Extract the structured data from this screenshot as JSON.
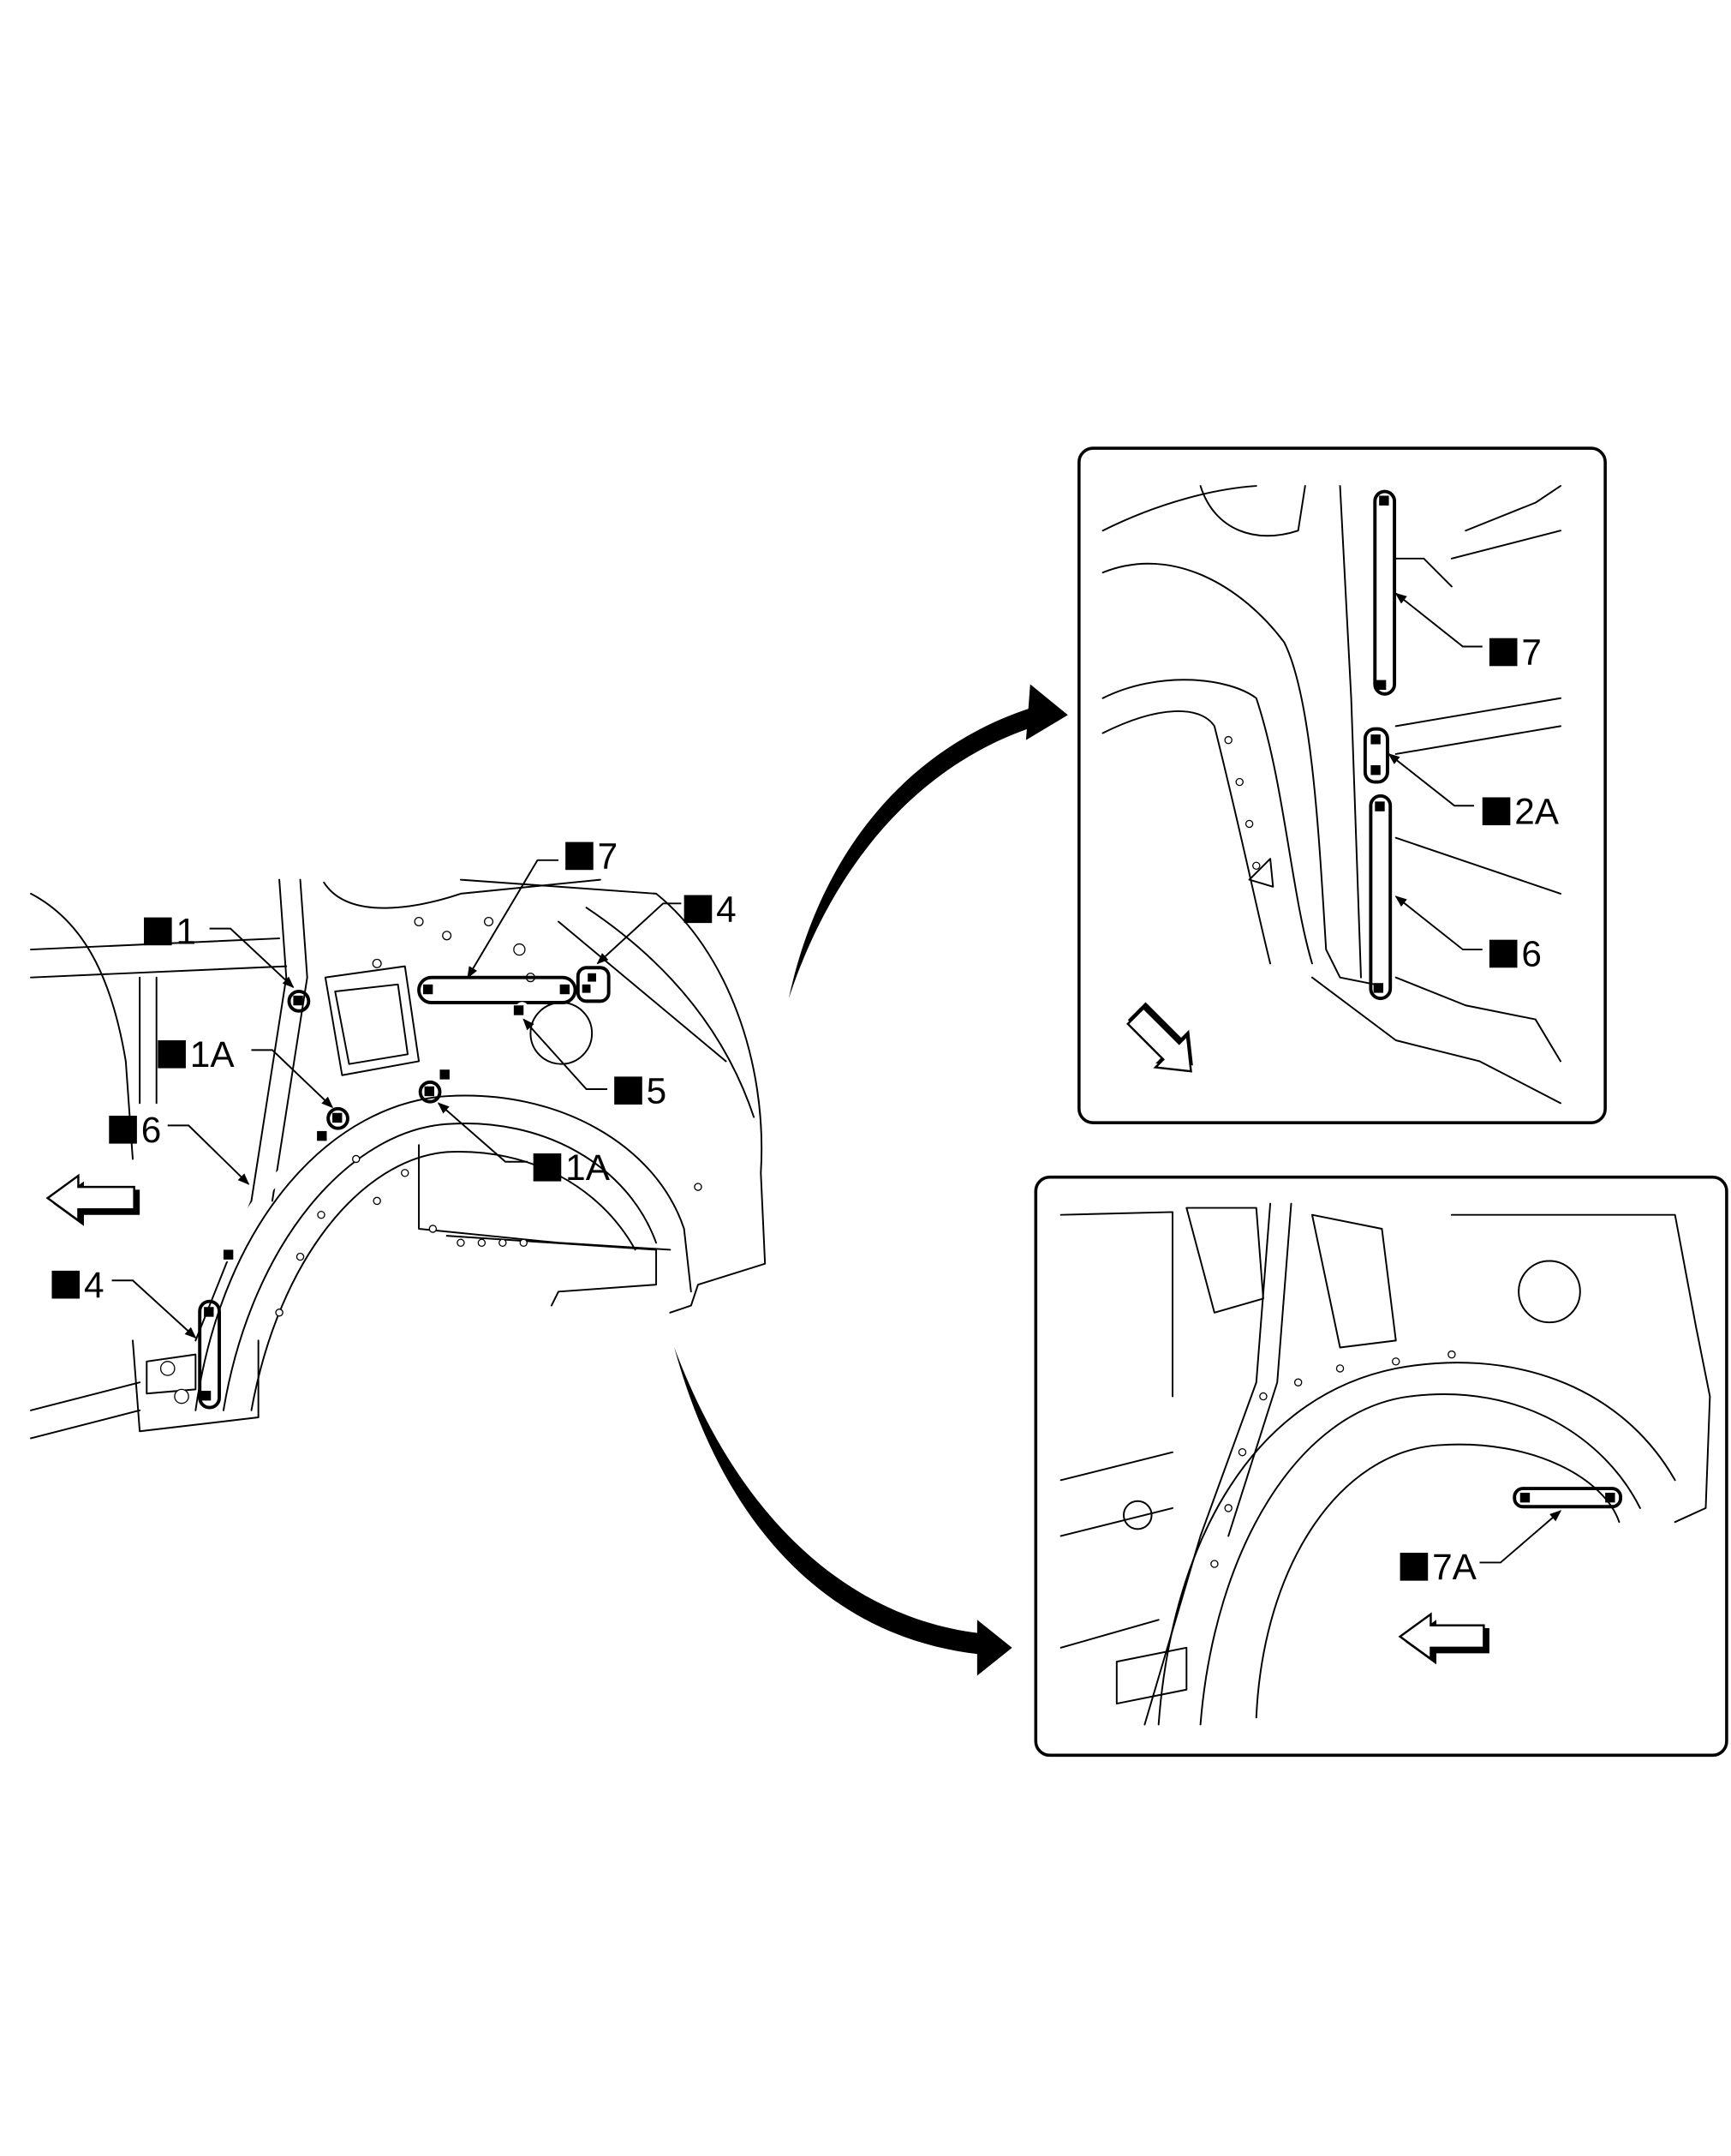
{
  "diagram": {
    "main_view": {
      "labels": [
        {
          "id": "1",
          "text": "1"
        },
        {
          "id": "7",
          "text": "7"
        },
        {
          "id": "4-upper",
          "text": "4"
        },
        {
          "id": "1A-left",
          "text": "1A"
        },
        {
          "id": "5",
          "text": "5"
        },
        {
          "id": "1A-right",
          "text": "1A"
        },
        {
          "id": "6",
          "text": "6"
        },
        {
          "id": "4-lower",
          "text": "4"
        }
      ],
      "direction_arrow": "front-arrow-left"
    },
    "inset_upper": {
      "labels": [
        {
          "id": "7",
          "text": "7"
        },
        {
          "id": "2A",
          "text": "2A"
        },
        {
          "id": "6",
          "text": "6"
        }
      ],
      "direction_arrow": "front-arrow-up-left"
    },
    "inset_lower": {
      "labels": [
        {
          "id": "7A",
          "text": "7A"
        }
      ],
      "direction_arrow": "front-arrow-left"
    },
    "colors": {
      "ink": "#000000",
      "paper": "#ffffff"
    }
  }
}
